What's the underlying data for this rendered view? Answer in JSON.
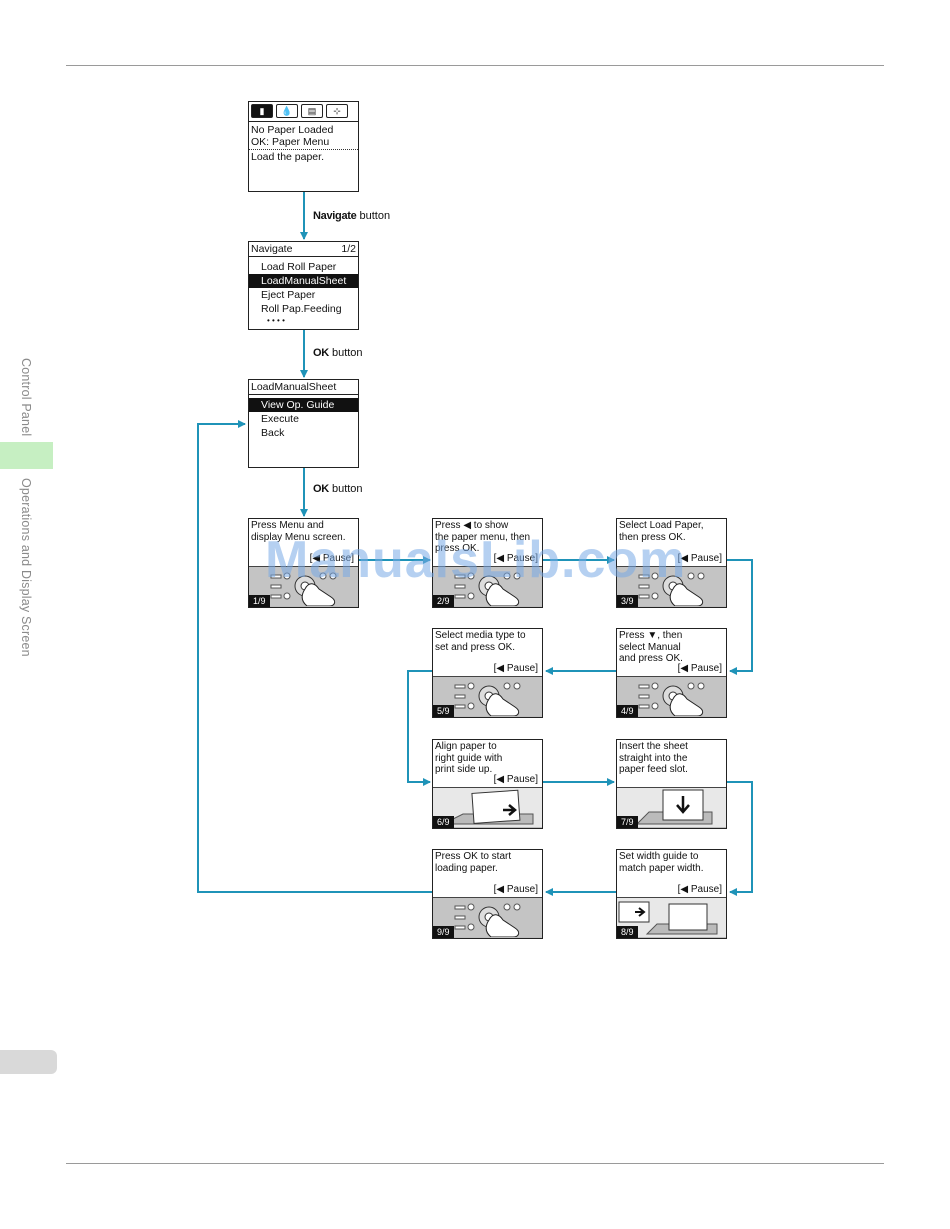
{
  "side_tab": {
    "section": "Control Panel",
    "chapter": "Operations and Display Screen"
  },
  "lcd_initial": {
    "tabs": [
      {
        "icon": "paper-icon",
        "glyph": "▮",
        "active": true
      },
      {
        "icon": "ink-drop-icon",
        "glyph": "💧",
        "active": false
      },
      {
        "icon": "printhead-icon",
        "glyph": "▤",
        "active": false
      },
      {
        "icon": "settings-icon",
        "glyph": "⊹",
        "active": false
      }
    ],
    "line1": "No Paper Loaded",
    "line2": "OK: Paper Menu",
    "line3": "Load the paper."
  },
  "connectors": {
    "navigate": {
      "key": "Navigate",
      "suffix": " button"
    },
    "ok1": {
      "key": "OK",
      "suffix": " button"
    },
    "ok2": {
      "key": "OK",
      "suffix": " button"
    }
  },
  "lcd_navigate": {
    "title": "Navigate",
    "page": "1/2",
    "items": [
      "Load Roll Paper",
      "LoadManualSheet",
      "Eject Paper",
      "Roll Pap.Feeding"
    ],
    "selected_index": 1,
    "more": "• • • •"
  },
  "lcd_loadmanual": {
    "title": "LoadManualSheet",
    "items": [
      "View Op. Guide",
      "Execute",
      "Back"
    ],
    "selected_index": 0
  },
  "steps": [
    {
      "num": "1/9",
      "text": "Press Menu and\ndisplay Menu screen.",
      "pause": "[◀ Pause]",
      "picture": "hand-press-icon"
    },
    {
      "num": "2/9",
      "text": "Press ◀ to show\nthe paper menu, then\npress OK.",
      "pause": "[◀ Pause]",
      "picture": "hand-press-icon"
    },
    {
      "num": "3/9",
      "text": "Select Load Paper,\nthen press OK.",
      "pause": "[◀ Pause]",
      "picture": "hand-press-icon"
    },
    {
      "num": "4/9",
      "text": "Press ▼, then\nselect Manual\nand press OK.",
      "pause": "[◀ Pause]",
      "picture": "hand-press-icon"
    },
    {
      "num": "5/9",
      "text": "Select media type to\nset and press OK.",
      "pause": "[◀ Pause]",
      "picture": "hand-press-icon"
    },
    {
      "num": "6/9",
      "text": "Align paper to\nright guide with\nprint side up.",
      "pause": "[◀ Pause]",
      "picture": "paper-right-arrow-icon"
    },
    {
      "num": "7/9",
      "text": "Insert the sheet\nstraight into the\npaper feed slot.",
      "pause": "",
      "picture": "paper-down-arrow-icon"
    },
    {
      "num": "8/9",
      "text": "Set width guide to\nmatch paper width.",
      "pause": "[◀ Pause]",
      "picture": "width-guide-icon"
    },
    {
      "num": "9/9",
      "text": "Press OK to start\nloading paper.",
      "pause": "[◀ Pause]",
      "picture": "hand-press-icon"
    }
  ],
  "watermark": "ManualsLib.com",
  "colors": {
    "arrow": "#1f93b8",
    "tab_green": "#c6efc2"
  }
}
